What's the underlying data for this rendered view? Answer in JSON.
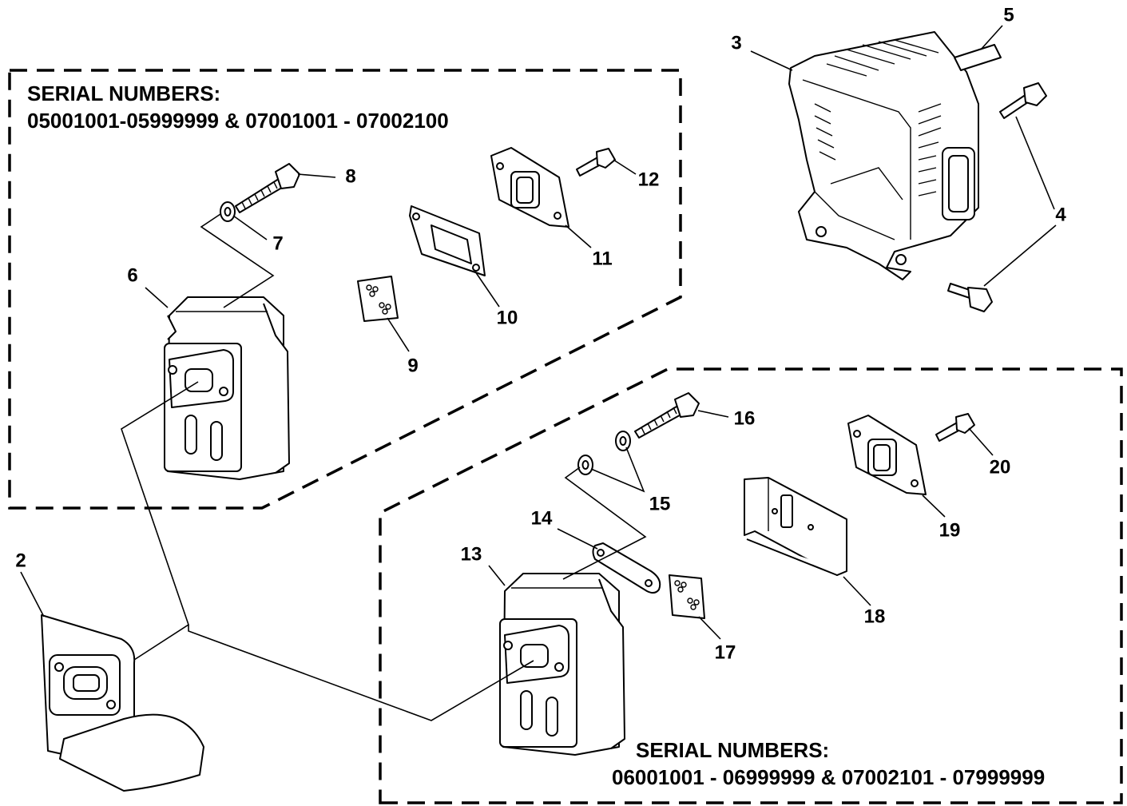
{
  "serial_groups": [
    {
      "heading": "SERIAL NUMBERS:",
      "range": "05001001-05999999 & 07001001 - 07002100"
    },
    {
      "heading": "SERIAL NUMBERS:",
      "range": "06001001 - 06999999 & 07002101 - 07999999"
    }
  ],
  "callouts": {
    "c2": "2",
    "c3": "3",
    "c4": "4",
    "c5": "5",
    "c6": "6",
    "c7": "7",
    "c8": "8",
    "c9": "9",
    "c10": "10",
    "c11": "11",
    "c12": "12",
    "c13": "13",
    "c14": "14",
    "c15": "15",
    "c16": "16",
    "c17": "17",
    "c18": "18",
    "c19": "19",
    "c20": "20"
  }
}
